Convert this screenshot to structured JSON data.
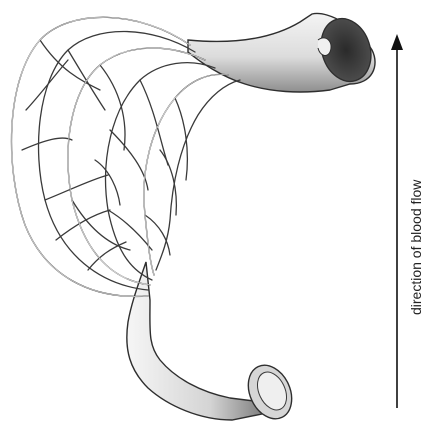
{
  "diagram": {
    "arrow_label": "direction of blood flow",
    "colors": {
      "outline": "#2e2e2e",
      "vessel_fill": "#e8e8e8",
      "vessel_shade": "#8a8a8a",
      "lumen": "#3d3d3d"
    },
    "parts": [
      "arteriole",
      "capillary-network",
      "venule",
      "flow-direction-arrow"
    ]
  }
}
